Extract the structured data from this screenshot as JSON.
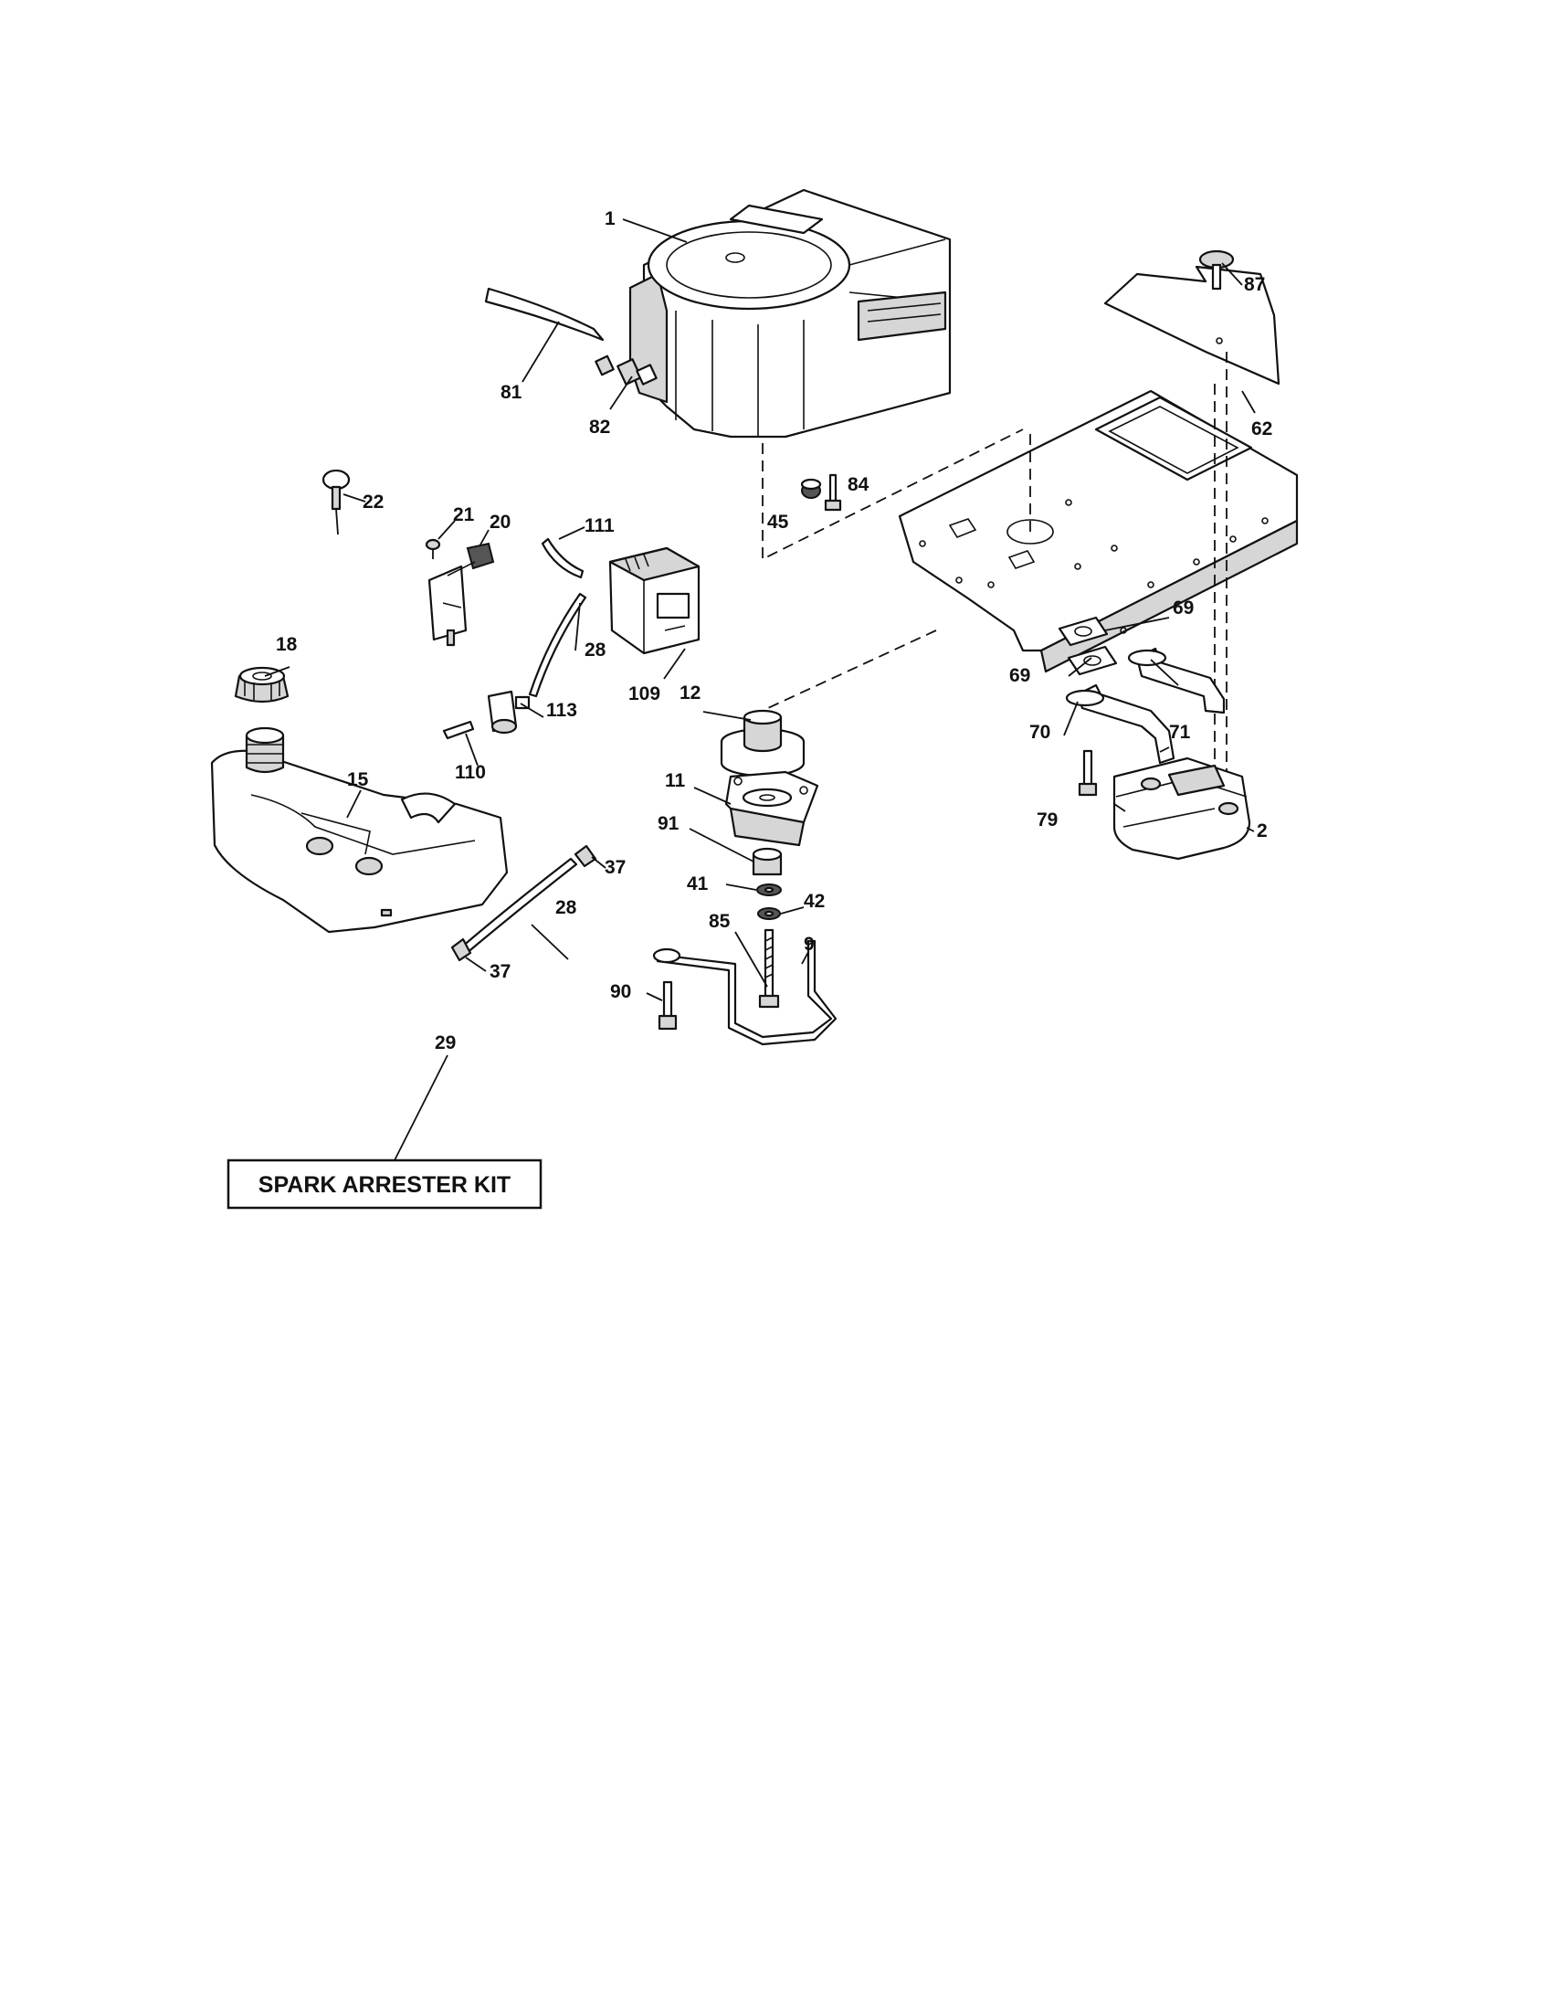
{
  "callouts": {
    "c1": "1",
    "c2": "2",
    "c9": "9",
    "c11": "11",
    "c12": "12",
    "c15": "15",
    "c18": "18",
    "c20": "20",
    "c21": "21",
    "c22": "22",
    "c28a": "28",
    "c28b": "28",
    "c29": "29",
    "c37a": "37",
    "c37b": "37",
    "c41": "41",
    "c42": "42",
    "c45": "45",
    "c62": "62",
    "c69a": "69",
    "c69b": "69",
    "c70": "70",
    "c71": "71",
    "c79": "79",
    "c81": "81",
    "c82": "82",
    "c84": "84",
    "c85": "85",
    "c87": "87",
    "c90": "90",
    "c91": "91",
    "c109": "109",
    "c110": "110",
    "c111": "111",
    "c113": "113"
  },
  "kit": {
    "label": "SPARK ARRESTER KIT"
  }
}
